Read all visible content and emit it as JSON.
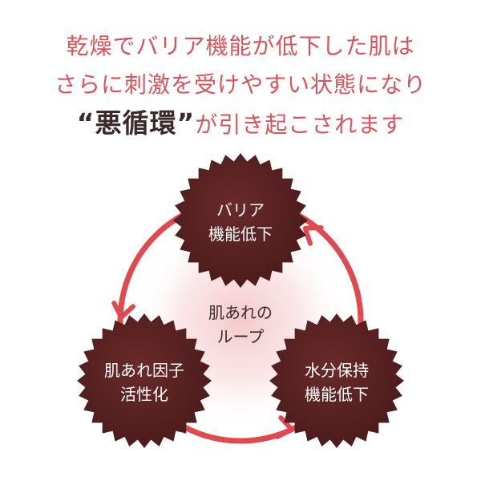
{
  "heading": {
    "line1": "乾燥でバリア機能が低下した肌は",
    "line2": "さらに刺激を受けやすい状態になり",
    "line3_emphasis": "“悪循環”",
    "line3_rest": "が引き起こされます"
  },
  "center": {
    "line1": "肌あれの",
    "line2": "ループ"
  },
  "nodes": [
    {
      "id": "top",
      "line1": "バリア",
      "line2": "機能低下"
    },
    {
      "id": "left",
      "line1": "肌あれ因子",
      "line2": "活性化"
    },
    {
      "id": "right",
      "line1": "水分保持",
      "line2": "機能低下"
    }
  ],
  "colors": {
    "heading_text": "#d9545a",
    "emphasis_text": "#3a2a2a",
    "node_fill": "#5a2222",
    "arrow": "#e04a4e",
    "center_glow": "#f4c6c9",
    "center_text": "#3a2a2a",
    "node_text": "#ffffff"
  }
}
